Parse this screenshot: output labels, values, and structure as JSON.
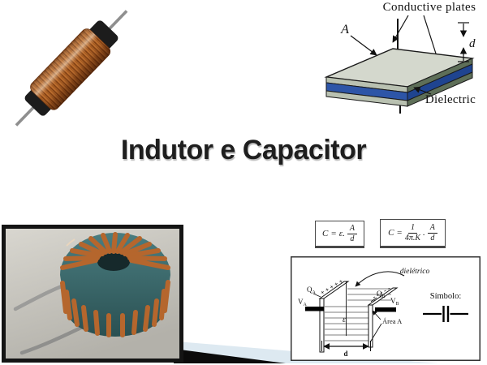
{
  "slide": {
    "title": "Indutor e Capacitor"
  },
  "colors": {
    "dielectric_blue": "#2d55a7",
    "dielectric_blue_dark": "#1f4490",
    "plate_gray_top": "#d4d8cd",
    "copper": "#b5662d",
    "toroid_core_teal": "#3f7477",
    "wedge_light_blue": "#dde9f1",
    "wedge_black": "#0b0b0b"
  },
  "capacitor_structure": {
    "conductive_plates_label": "Conductive plates",
    "area_label": "A",
    "thickness_label": "d",
    "dielectric_label": "Dielectric"
  },
  "formula_vacuum": {
    "lhs": "C",
    "equals": "=",
    "coefficient": "ε.",
    "numerator": "A",
    "denominator": "d"
  },
  "formula_k": {
    "lhs": "C",
    "equals": "=",
    "numerator1": "1",
    "denominator1": "4π.K",
    "times": ".",
    "numerator2": "A",
    "denominator2": "d"
  },
  "plate_diagram": {
    "dielectric_label": "dielétrico",
    "plus_signs": "+ + + + +",
    "minus_signs": "- - - - -",
    "charge_left": "Q",
    "charge_left_sub": "A",
    "charge_right": "Q",
    "charge_right_sub": "B",
    "voltage_left": "V",
    "voltage_left_sub": "A",
    "voltage_right": "V",
    "voltage_right_sub": "B",
    "permittivity_label": "ε",
    "distance_label": "d",
    "area_label": "Área A",
    "symbol_label": "Símbolo:"
  }
}
